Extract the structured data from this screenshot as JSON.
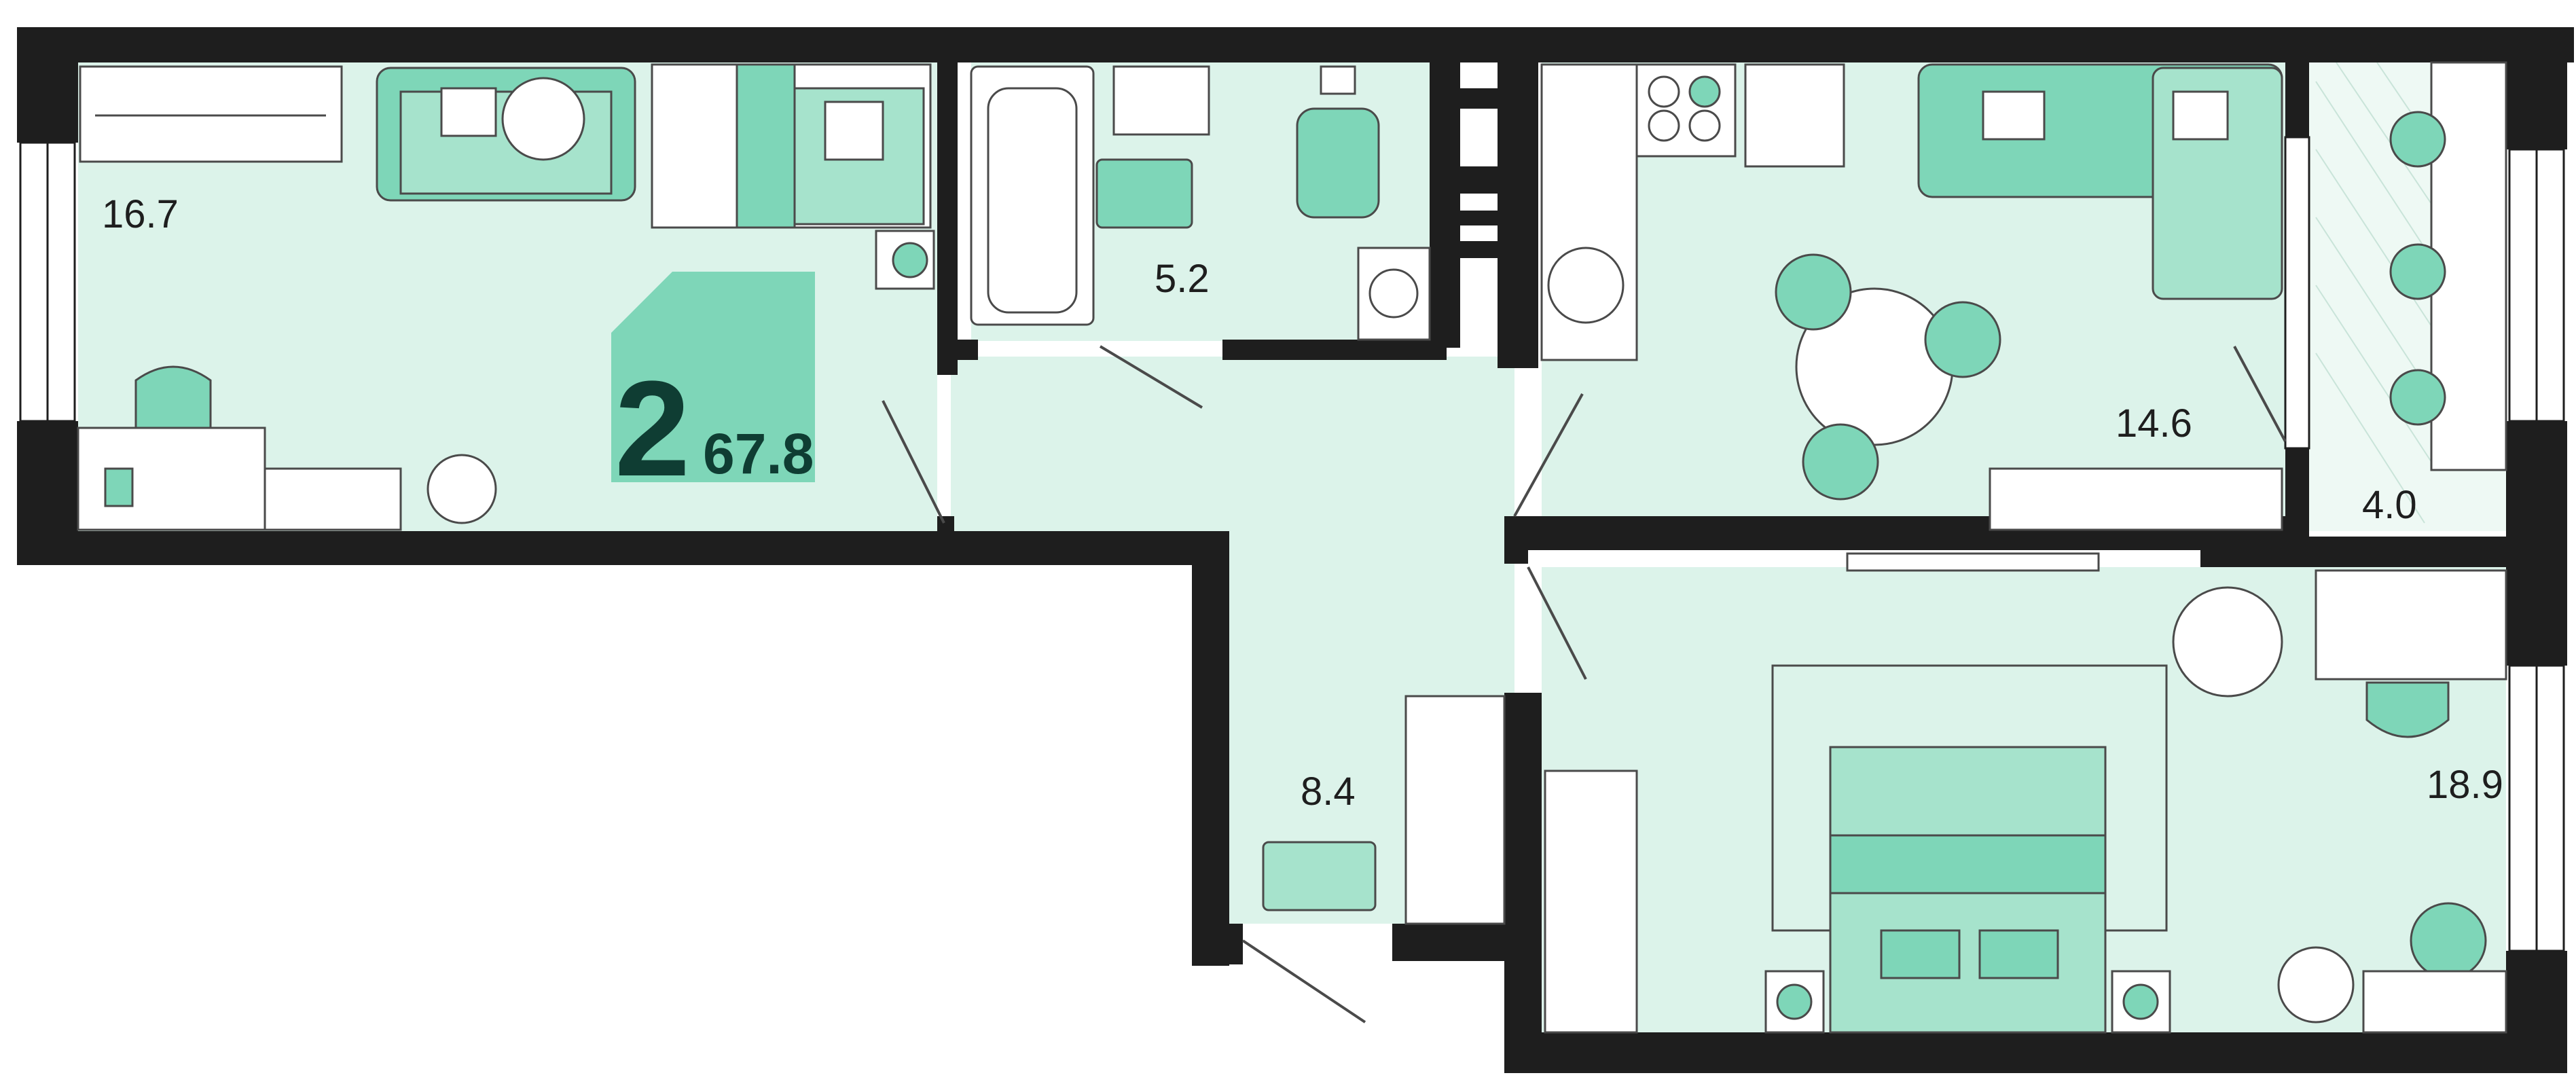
{
  "plan": {
    "rooms_count": "2",
    "total_area": "67.8",
    "rooms": {
      "bedroom_small": "16.7",
      "bathroom": "5.2",
      "kitchen_living": "14.6",
      "balcony": "4.0",
      "hall": "8.4",
      "bedroom_large": "18.9"
    }
  },
  "colors": {
    "floor": "#dcf3ea",
    "wall": "#1e1e1e",
    "furniture": "#7ed6b8",
    "furniture_light": "#a6e3cc",
    "badge": "#7ed6b8",
    "badge_text": "#0f3d33"
  }
}
